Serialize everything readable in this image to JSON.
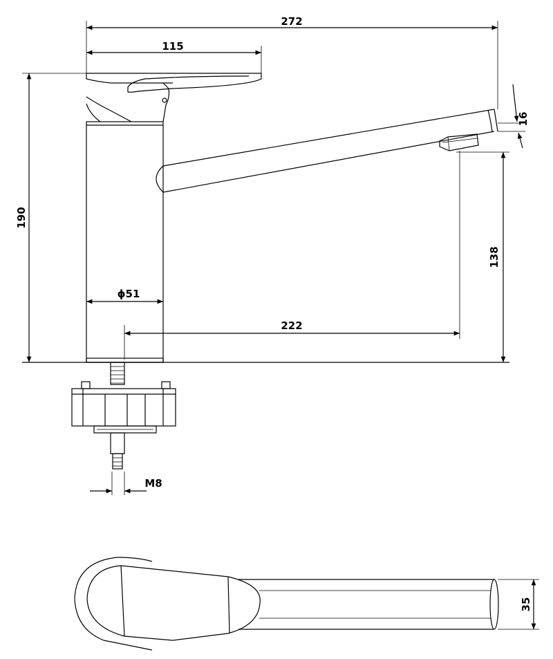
{
  "dimensions": {
    "overall_length": "272",
    "handle_length": "115",
    "total_height": "190",
    "spout_tip_height": "16",
    "spout_clearance": "138",
    "spout_reach": "222",
    "body_diameter": "ϕ51",
    "thread_size": "M8",
    "spout_width": "35"
  }
}
